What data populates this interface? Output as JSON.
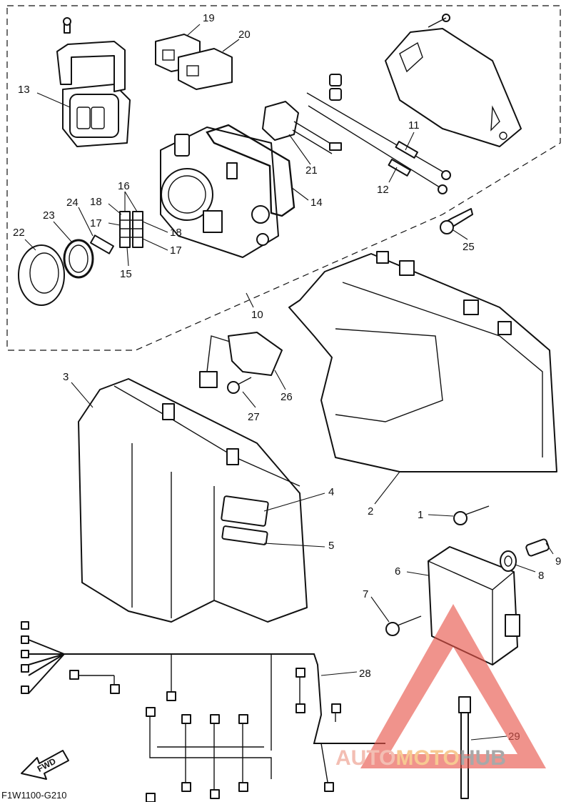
{
  "diagram": {
    "code": "F1W1100-G210",
    "direction_label": "FWD",
    "callouts": [
      "1",
      "2",
      "3",
      "4",
      "5",
      "6",
      "7",
      "8",
      "9",
      "10",
      "11",
      "12",
      "13",
      "14",
      "15",
      "16",
      "17",
      "17",
      "18",
      "18",
      "19",
      "20",
      "21",
      "22",
      "23",
      "24",
      "25",
      "26",
      "27",
      "28",
      "29"
    ]
  },
  "watermark": {
    "part1": "AUTO",
    "part2": "MOTO",
    "part3": "HUB",
    "colors": {
      "auto": "#f2b3a6",
      "moto": "#f6c07f",
      "hub": "#9a9a9a",
      "triangle": "#e8564b"
    }
  }
}
